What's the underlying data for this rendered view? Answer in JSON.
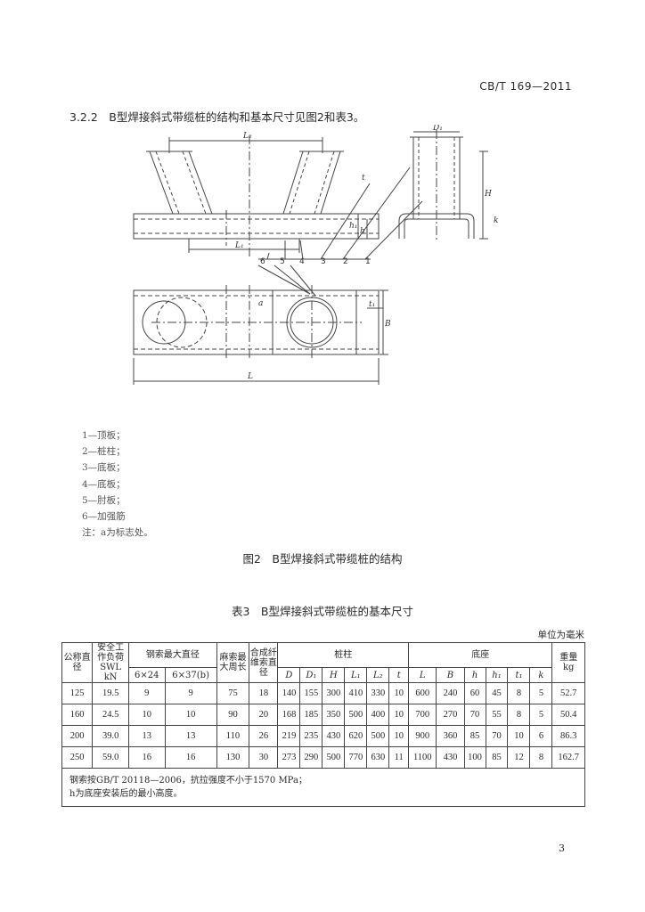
{
  "header": {
    "std_code": "CB/T 169—2011"
  },
  "section": {
    "heading": "3.2.2　B型焊接斜式带缆桩的结构和基本尺寸见图2和表3。"
  },
  "drawing": {
    "dim_L1": "L₁",
    "dim_L2": "L₂",
    "dim_L": "L",
    "dim_D1": "D₁",
    "dim_H": "H",
    "dim_B": "B",
    "dim_h": "h",
    "dim_h1": "h₁",
    "dim_t": "t",
    "dim_t1": "t₁",
    "dim_k": "k",
    "mark_a": "a",
    "callouts": [
      "6",
      "5",
      "4",
      "3",
      "2",
      "1"
    ]
  },
  "legend": {
    "items": [
      "1—顶板；",
      "2—桩柱；",
      "3—底板；",
      "4—底板；",
      "5—肘板；",
      "6—加强筋"
    ],
    "note": "注：a为标志处。"
  },
  "figure": {
    "caption": "图2　B型焊接斜式带缆桩的结构"
  },
  "table": {
    "title": "表3　B型焊接斜式带缆桩的基本尺寸",
    "unit": "单位为毫米",
    "headers": {
      "nominal": "公称直径",
      "swl": "安全工作负荷",
      "swl_unit": "SWL",
      "swl_kn": "kN",
      "wire_rope": "钢索最大直径",
      "wire_6x24": "6×24",
      "wire_6x37": "6×37(b)",
      "hemp": "麻索最大周长",
      "synthetic": "合成纤维索直径",
      "post": "桩柱",
      "base": "底座",
      "weight": "重量",
      "weight_unit": "kg",
      "sub": [
        "D",
        "D₁",
        "H",
        "L₁",
        "L₂",
        "t",
        "L",
        "B",
        "h",
        "h₁",
        "t₁",
        "k"
      ]
    },
    "rows": [
      [
        "125",
        "19.5",
        "9",
        "9",
        "75",
        "18",
        "140",
        "155",
        "300",
        "410",
        "330",
        "10",
        "600",
        "240",
        "60",
        "45",
        "8",
        "5",
        "52.7"
      ],
      [
        "160",
        "24.5",
        "10",
        "10",
        "90",
        "20",
        "168",
        "185",
        "350",
        "500",
        "400",
        "10",
        "700",
        "270",
        "70",
        "55",
        "8",
        "5",
        "50.4"
      ],
      [
        "200",
        "39.0",
        "13",
        "13",
        "110",
        "26",
        "219",
        "235",
        "430",
        "620",
        "500",
        "10",
        "900",
        "360",
        "85",
        "70",
        "10",
        "6",
        "86.3"
      ],
      [
        "250",
        "59.0",
        "16",
        "16",
        "130",
        "30",
        "273",
        "290",
        "500",
        "770",
        "630",
        "11",
        "1100",
        "430",
        "100",
        "85",
        "12",
        "8",
        "162.7"
      ]
    ],
    "notes": [
      "钢索按GB/T 20118—2006，抗拉强度不小于1570 MPa；",
      "h为底座安装后的最小高度。"
    ]
  },
  "page": {
    "number": "3"
  }
}
